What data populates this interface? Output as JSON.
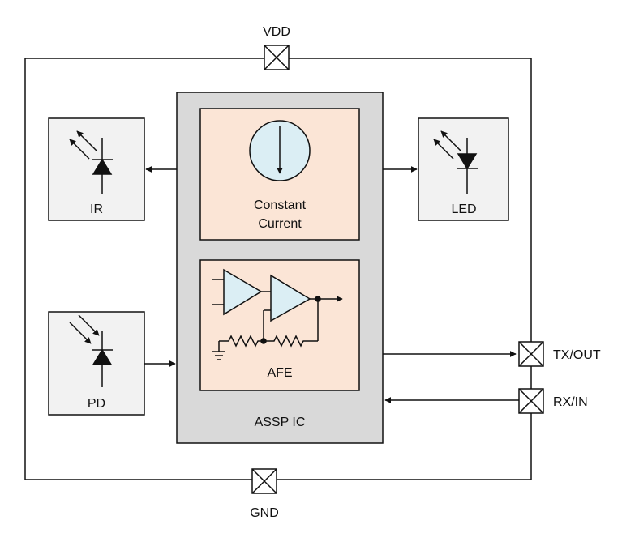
{
  "pins": {
    "vdd": "VDD",
    "gnd": "GND",
    "tx_out": "TX/OUT",
    "rx_in": "RX/IN"
  },
  "blocks": {
    "ir": "IR",
    "led": "LED",
    "pd": "PD",
    "constant_current_line1": "Constant",
    "constant_current_line2": "Current",
    "afe": "AFE",
    "assp_ic": "ASSP IC"
  },
  "colors": {
    "outline": "#111111",
    "ic_fill": "#d9d9d9",
    "subblock_fill": "#fbe5d6",
    "component_fill": "#f2f2f2",
    "symbol_fill": "#dbeef4"
  },
  "icons": {
    "ir": "led-diode-icon",
    "led": "led-diode-icon",
    "pd": "photodiode-icon",
    "constant_current": "current-source-icon",
    "afe": "amplifier-icon",
    "pins": "connector-pin-icon"
  }
}
